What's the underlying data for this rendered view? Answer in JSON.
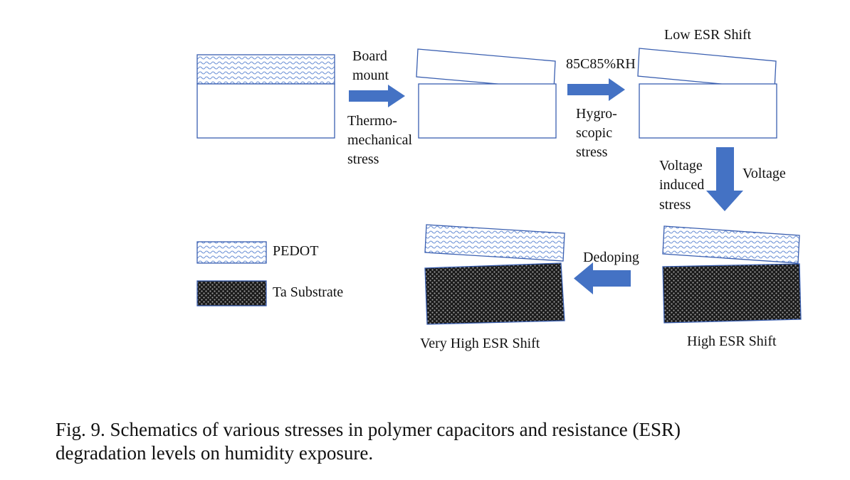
{
  "colors": {
    "outline": "#3a5fb0",
    "arrow": "#4472c4",
    "pedot_wave": "#6f93d6",
    "substrate_dark": "#1a1a1a",
    "substrate_dot": "#9a9a9a",
    "text": "#111111"
  },
  "stage_labels": {
    "low": "Low ESR Shift",
    "high": "High ESR Shift",
    "very_high": "Very High ESR Shift"
  },
  "steps": {
    "board_mount": {
      "top": [
        "Board",
        "mount"
      ],
      "bottom": [
        "Thermo-",
        "mechanical",
        "stress"
      ]
    },
    "humidity": {
      "top": [
        "85C85%RH"
      ],
      "bottom": [
        "Hygro-",
        "scopic",
        "stress"
      ]
    },
    "voltage": {
      "left": [
        "Voltage",
        "induced",
        "stress"
      ],
      "right": [
        "Voltage"
      ]
    },
    "dedoping": {
      "top": [
        "Dedoping"
      ]
    }
  },
  "legend": {
    "pedot": "PEDOT",
    "substrate": "Ta Substrate"
  },
  "caption": [
    "Fig. 9. Schematics of various stresses in polymer capacitors and resistance (ESR)",
    "degradation levels on humidity exposure."
  ]
}
